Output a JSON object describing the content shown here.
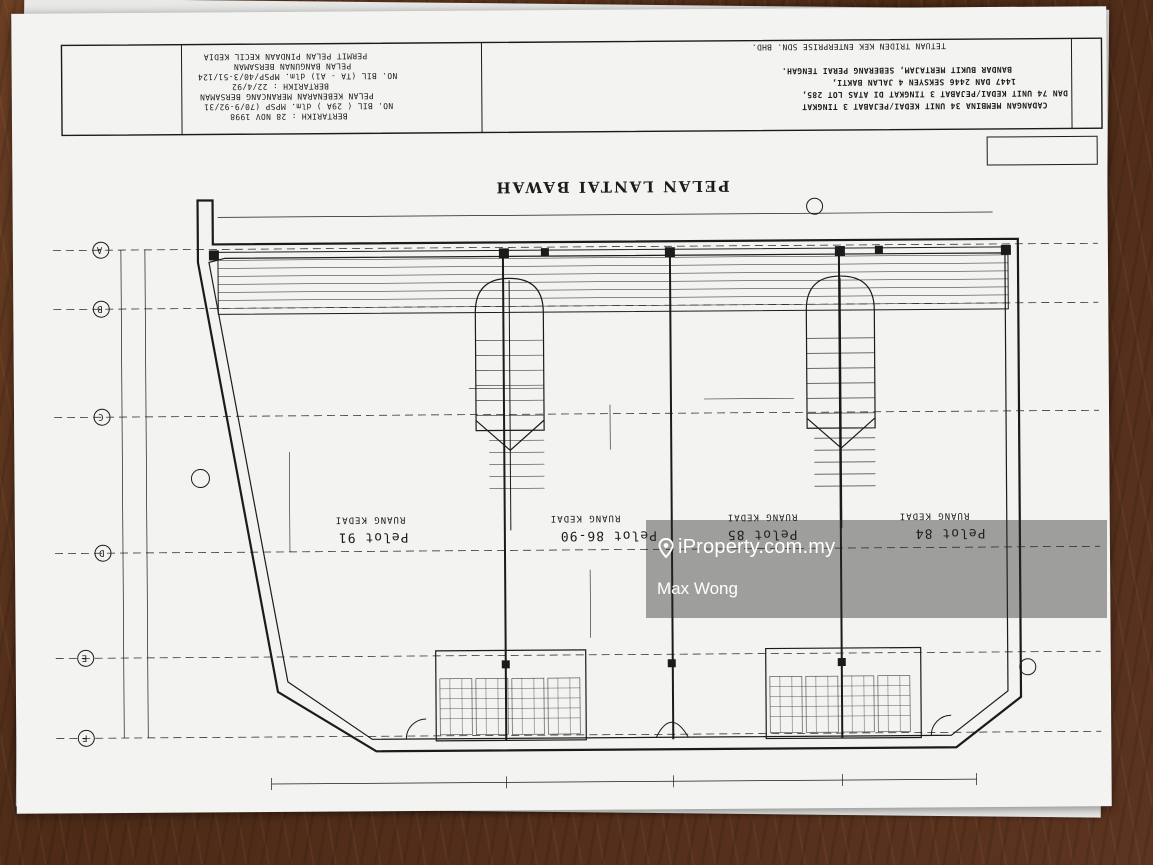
{
  "title_block": {
    "left_lines": [
      "PERMIT PELAN PINDAAN KECIL KEDIA",
      "PELAN BANGUNAN BERSAMAN",
      "NO. BIL (TA - A1) dlm. MPSP/40/3-51/124",
      "BERTARIKH : 22/4/92",
      "PELAN KEBENARAN MERANCANG BERSAMAN",
      "NO. BIL ( 29A ) dlm. MPSP (70/9-92/31",
      "BERTARIKH : 28 NOV 1998"
    ],
    "right_lines": [
      "CADANGAN MEMBINA 34 UNIT KEDAI/PEJABAT 3 TINGKAT",
      "DAN 74 UNIT KEDAI/PEJABAT 3 TINGKAT DI ATAS LOT 285,",
      "1447 DAN 2446 SEKSYEN 4 JALAN BAKTI,",
      "BANDAR BUKIT MERTAJAM, SEBERANG PERAI TENGAH.",
      "TETUAN TRIDEN KEK ENTERPRISE SDN. BHD."
    ]
  },
  "plan": {
    "title": "PELAN LANTAI BAWAH",
    "units": [
      {
        "plot": "Pelot 91",
        "room": "RUANG KEDAI"
      },
      {
        "plot": "Pelot 86-90",
        "room": "RUANG KEDAI"
      },
      {
        "plot": "Pelot 85",
        "room": "RUANG KEDAI"
      },
      {
        "plot": "Pelot 84",
        "room": "RUANG KEDAI"
      }
    ],
    "grid_labels": [
      "A",
      "B",
      "C",
      "D",
      "E",
      "F"
    ]
  },
  "watermark": {
    "logo_text": "iProperty.com.my",
    "agent_name": "Max Wong"
  },
  "colors": {
    "table": "#5a3520",
    "paper": "#f3f3f1",
    "ink": "#1b1b1b",
    "watermark_bg": "rgba(40,40,40,0.42)"
  }
}
